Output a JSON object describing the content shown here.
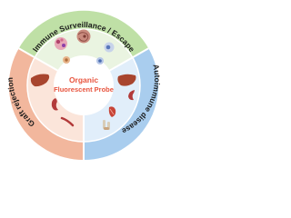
{
  "center": {
    "title_line1": "Organic",
    "title_line2": "Fluorescent Probe",
    "color": "#e8553f"
  },
  "segments": [
    {
      "id": "top",
      "label": "Immune Surveillance / Escape",
      "color": "#bfe0a6",
      "inner_color": "#eaf4e1"
    },
    {
      "id": "left",
      "label": "Graft rejection",
      "color": "#f2b79d",
      "inner_color": "#fbe5da"
    },
    {
      "id": "right",
      "label": "Autoimmune disease",
      "color": "#a9cdee",
      "inner_color": "#e1eefa"
    }
  ],
  "icons": [
    {
      "segment": "top",
      "name": "tumor-cell-cluster-icon"
    },
    {
      "segment": "top",
      "name": "tumor-tissue-icon"
    },
    {
      "segment": "top",
      "name": "immune-cell-icon"
    },
    {
      "segment": "top",
      "name": "lymphocyte-icon"
    },
    {
      "segment": "top",
      "name": "vesicle-cell-icon"
    },
    {
      "segment": "left",
      "name": "liver-icon"
    },
    {
      "segment": "left",
      "name": "kidney-icon"
    },
    {
      "segment": "left",
      "name": "artery-icon"
    },
    {
      "segment": "right",
      "name": "liver-icon"
    },
    {
      "segment": "right",
      "name": "kidney-icon"
    },
    {
      "segment": "right",
      "name": "muscle-icon"
    },
    {
      "segment": "right",
      "name": "bone-joint-icon"
    }
  ]
}
